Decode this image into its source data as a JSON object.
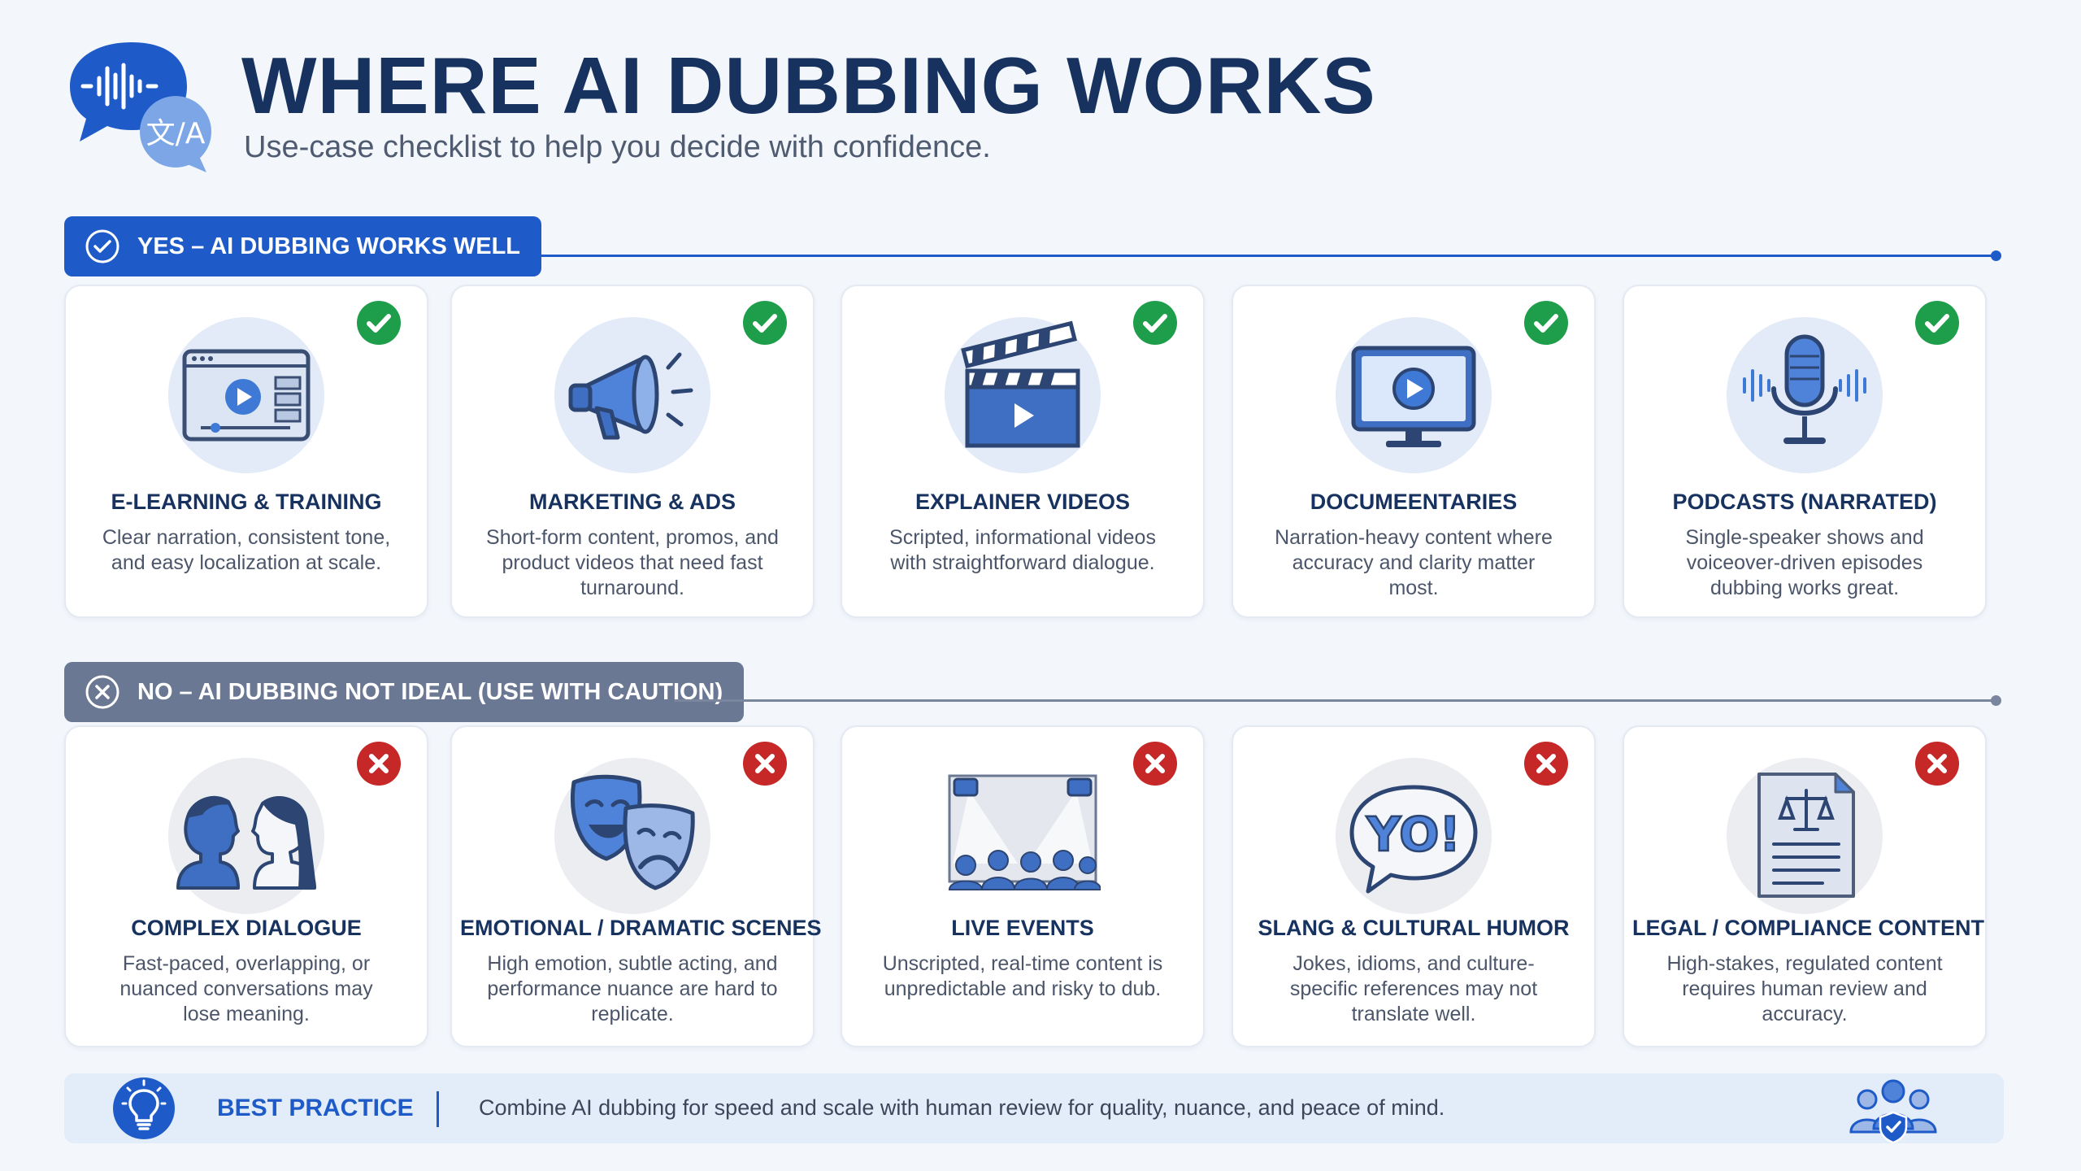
{
  "header": {
    "title": "WHERE AI DUBBING WORKS",
    "subtitle": "Use-case checklist to help you decide with confidence.",
    "logo_icon": "voice-translate-chat-icon",
    "logo_glyph": "文/A"
  },
  "sections": {
    "yes": {
      "label": "YES – AI DUBBING WORKS WELL",
      "color": "#1e5bc8",
      "cards": [
        {
          "title": "E-LEARNING & TRAINING",
          "desc": "Clear narration, consistent tone, and easy localization at scale.",
          "icon": "video-player-icon"
        },
        {
          "title": "MARKETING & ADS",
          "desc": "Short-form content, promos, and product videos that need fast turnaround.",
          "icon": "megaphone-icon"
        },
        {
          "title": "EXPLAINER VIDEOS",
          "desc": "Scripted, informational videos with straightforward dialogue.",
          "icon": "clapperboard-icon"
        },
        {
          "title": "DOCUMEENTARIES",
          "desc": "Narration-heavy content where accuracy and clarity matter most.",
          "icon": "monitor-play-icon"
        },
        {
          "title": "PODCASTS (NARRATED)",
          "desc": "Single-speaker shows and voiceover-driven episodes dubbing works great.",
          "icon": "microphone-icon"
        }
      ]
    },
    "no": {
      "label": "NO – AI DUBBING NOT IDEAL (USE WITH CAUTION)",
      "color": "#6b7893",
      "cards": [
        {
          "title": "COMPLEX DIALOGUE",
          "desc": "Fast-paced, overlapping, or nuanced conversations may lose meaning.",
          "icon": "conversation-faces-icon"
        },
        {
          "title": "EMOTIONAL / DRAMATIC SCENES",
          "desc": "High emotion, subtle acting, and performance nuance are hard to replicate.",
          "icon": "theater-masks-icon"
        },
        {
          "title": "LIVE EVENTS",
          "desc": "Unscripted, real-time content is unpredictable and risky to dub.",
          "icon": "stage-audience-icon"
        },
        {
          "title": "SLANG & CULTURAL HUMOR",
          "desc": "Jokes, idioms, and culture-specific references may not translate well.",
          "icon": "speech-bubble-yo-icon",
          "icon_text": "YO!"
        },
        {
          "title": "LEGAL / COMPLIANCE CONTENT",
          "desc": "High-stakes, regulated content requires human review and accuracy.",
          "icon": "legal-document-icon"
        }
      ]
    }
  },
  "best_practice": {
    "label": "BEST PRACTICE",
    "text": "Combine AI dubbing for speed and scale with human review for quality, nuance, and peace of mind.",
    "icon": "lightbulb-icon",
    "people_icon": "team-shield-icon"
  },
  "colors": {
    "navy": "#17325f",
    "blue": "#1e5bc8",
    "check_green": "#1e9e4a",
    "cross_red": "#c62828",
    "grey": "#6b7893"
  }
}
